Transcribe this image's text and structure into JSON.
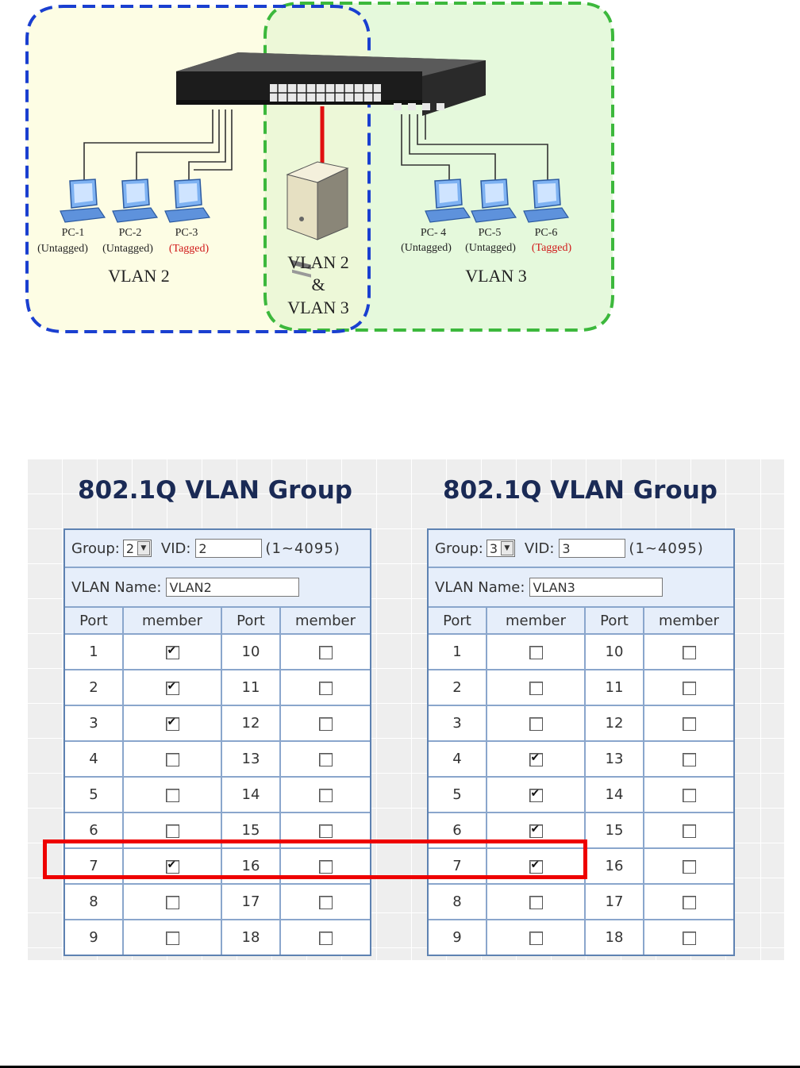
{
  "diagram": {
    "pcs_left": [
      {
        "name": "PC-1",
        "mode": "(Untagged)",
        "tagged": false
      },
      {
        "name": "PC-2",
        "mode": "(Untagged)",
        "tagged": false
      },
      {
        "name": "PC-3",
        "mode": "(Tagged)",
        "tagged": true
      }
    ],
    "pcs_right": [
      {
        "name": "PC- 4",
        "mode": "(Untagged)",
        "tagged": false
      },
      {
        "name": "PC-5",
        "mode": "(Untagged)",
        "tagged": false
      },
      {
        "name": "PC-6",
        "mode": "(Tagged)",
        "tagged": true
      }
    ],
    "vlan_left_label": "VLAN 2",
    "vlan_right_label": "VLAN 3",
    "server_label_1": "VLAN 2",
    "server_label_2": "&",
    "server_label_3": "VLAN 3",
    "colors": {
      "left_zone": "#fdfde4",
      "right_zone": "#e2f8d8",
      "left_border": "#1a3fd0",
      "right_border": "#3cb83c",
      "uplink": "#e01010",
      "tag_text": "#d01818"
    }
  },
  "panels": [
    {
      "title": "802.1Q VLAN Group",
      "group_label": "Group:",
      "group_value": "2",
      "vid_label": "VID:",
      "vid_value": "2",
      "vid_range": "(1~4095)",
      "name_label": "VLAN Name:",
      "name_value": "VLAN2",
      "headers": [
        "Port",
        "member",
        "Port",
        "member"
      ],
      "rows": [
        {
          "p1": "1",
          "m1": true,
          "p2": "10",
          "m2": false
        },
        {
          "p1": "2",
          "m1": true,
          "p2": "11",
          "m2": false
        },
        {
          "p1": "3",
          "m1": true,
          "p2": "12",
          "m2": false
        },
        {
          "p1": "4",
          "m1": false,
          "p2": "13",
          "m2": false
        },
        {
          "p1": "5",
          "m1": false,
          "p2": "14",
          "m2": false
        },
        {
          "p1": "6",
          "m1": false,
          "p2": "15",
          "m2": false
        },
        {
          "p1": "7",
          "m1": true,
          "p2": "16",
          "m2": false
        },
        {
          "p1": "8",
          "m1": false,
          "p2": "17",
          "m2": false
        },
        {
          "p1": "9",
          "m1": false,
          "p2": "18",
          "m2": false
        }
      ]
    },
    {
      "title": "802.1Q VLAN Group",
      "group_label": "Group:",
      "group_value": "3",
      "vid_label": "VID:",
      "vid_value": "3",
      "vid_range": "(1~4095)",
      "name_label": "VLAN Name:",
      "name_value": "VLAN3",
      "headers": [
        "Port",
        "member",
        "Port",
        "member"
      ],
      "rows": [
        {
          "p1": "1",
          "m1": false,
          "p2": "10",
          "m2": false
        },
        {
          "p1": "2",
          "m1": false,
          "p2": "11",
          "m2": false
        },
        {
          "p1": "3",
          "m1": false,
          "p2": "12",
          "m2": false
        },
        {
          "p1": "4",
          "m1": true,
          "p2": "13",
          "m2": false
        },
        {
          "p1": "5",
          "m1": true,
          "p2": "14",
          "m2": false
        },
        {
          "p1": "6",
          "m1": true,
          "p2": "15",
          "m2": false
        },
        {
          "p1": "7",
          "m1": true,
          "p2": "16",
          "m2": false
        },
        {
          "p1": "8",
          "m1": false,
          "p2": "17",
          "m2": false
        },
        {
          "p1": "9",
          "m1": false,
          "p2": "18",
          "m2": false
        }
      ]
    }
  ]
}
